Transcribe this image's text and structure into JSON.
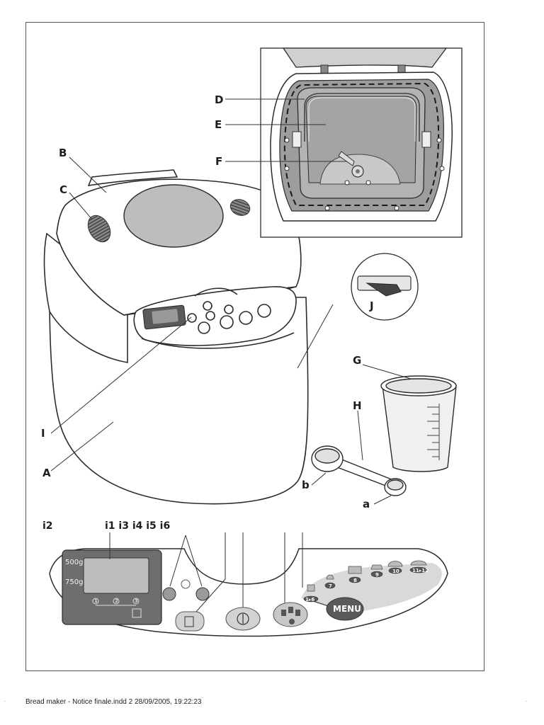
{
  "labels": {
    "A": "A",
    "B": "B",
    "C": "C",
    "D": "D",
    "E": "E",
    "F": "F",
    "G": "G",
    "H": "H",
    "I": "I",
    "J": "J",
    "a": "a",
    "b": "b"
  },
  "panel_labels": {
    "i2": "i2",
    "i1_i6": "i1 i3 i4 i5 i6"
  },
  "panel": {
    "weight_500": "500g",
    "weight_750": "750g",
    "menu_label": "MENU",
    "programs": [
      "1▸6",
      "7",
      "8",
      "9",
      "10",
      "11▸12"
    ],
    "crust_marks": [
      "1",
      "2",
      "3"
    ]
  },
  "footer": "Bread maker - Notice finale.indd   2 28/09/2005, 19:22:23",
  "colors": {
    "line": "#2b2b2b",
    "pan_grey": "#a9a9a9",
    "panel_grey": "#d9d9d9",
    "display_dark": "#555555",
    "menu_dark": "#5a5a5a"
  }
}
